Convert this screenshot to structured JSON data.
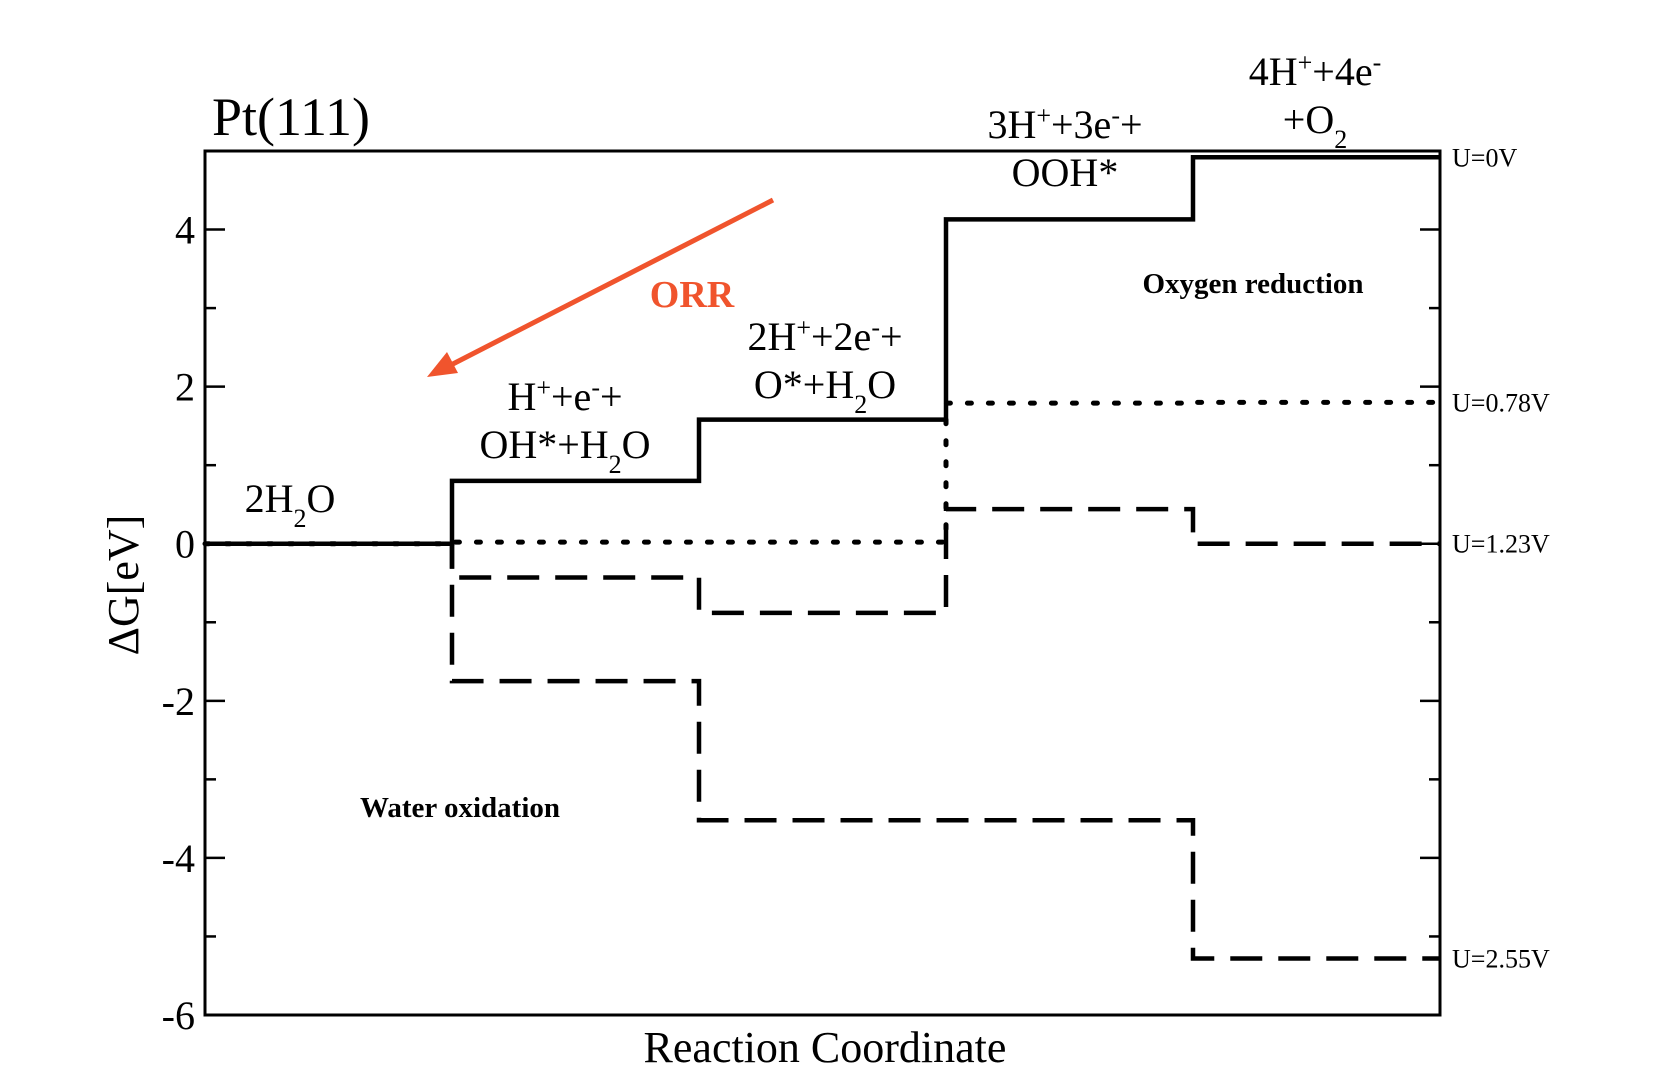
{
  "chart_data": {
    "type": "line",
    "title": "Pt(111)",
    "xlabel": "Reaction Coordinate",
    "ylabel": "ΔG[eV]",
    "ylim": [
      -6,
      5
    ],
    "yticks": [
      4,
      2,
      0,
      -2,
      -4,
      -6
    ],
    "ytick_labels": [
      "4",
      "2",
      "0",
      "-2",
      "-4",
      "-6"
    ],
    "steps": [
      {
        "label_lines": [
          {
            "main": "2H",
            "sub": "2",
            "rest": "O"
          }
        ]
      },
      {
        "label_lines": [
          {
            "main": "H",
            "sup": "+",
            "rest": "+e",
            "sup2": "-",
            "rest2": "+"
          },
          {
            "main": "OH*+H",
            "sub": "2",
            "rest": "O"
          }
        ]
      },
      {
        "label_lines": [
          {
            "main": "2H",
            "sup": "+",
            "rest": "+2e",
            "sup2": "-",
            "rest2": "+"
          },
          {
            "main": "O*+H",
            "sub": "2",
            "rest": "O"
          }
        ]
      },
      {
        "label_lines": [
          {
            "main": "3H",
            "sup": "+",
            "rest": "+3e",
            "sup2": "-",
            "rest2": "+"
          },
          {
            "main": "OOH*"
          }
        ]
      },
      {
        "label_lines": [
          {
            "main": "4H",
            "sup": "+",
            "rest": "+4e",
            "sup2": "-"
          },
          {
            "main": "+O",
            "sub": "2"
          }
        ]
      }
    ],
    "series": [
      {
        "name": "U=0V",
        "style": "solid",
        "values": [
          0.0,
          0.8,
          1.58,
          4.13,
          4.92
        ]
      },
      {
        "name": "U=0.78V",
        "style": "dotted",
        "values": [
          0.0,
          0.02,
          0.02,
          1.79,
          1.8
        ]
      },
      {
        "name": "U=1.23V",
        "style": "dashed",
        "values": [
          0.0,
          -0.43,
          -0.88,
          0.44,
          0.0
        ]
      },
      {
        "name": "U=2.55V",
        "style": "dashed",
        "values": [
          0.0,
          -1.75,
          -3.52,
          -3.52,
          -5.28
        ]
      }
    ],
    "annotations": {
      "oxygen_reduction": "Oxygen reduction",
      "water_oxidation": "Water oxidation",
      "orr": "ORR"
    },
    "colors": {
      "line": "#000000",
      "orr_arrow": "#f0542d"
    },
    "grid": false
  }
}
